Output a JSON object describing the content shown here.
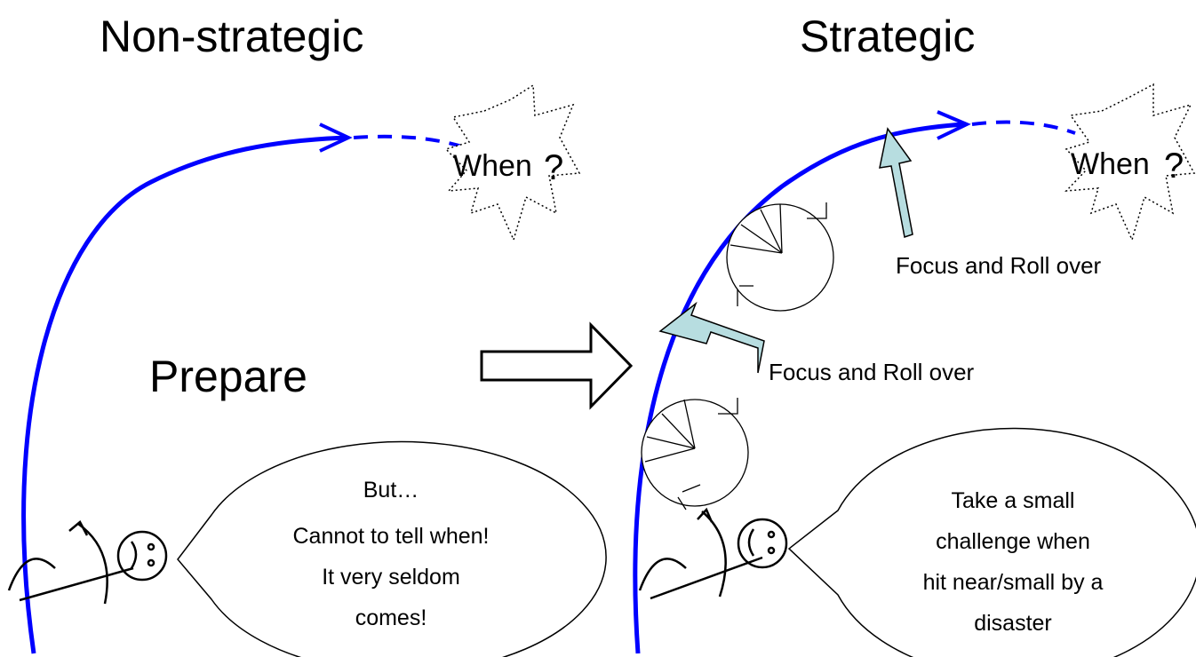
{
  "left": {
    "title": "Non-strategic",
    "prepare": "Prepare",
    "when": "When",
    "question_mark": "?",
    "bubble_lines": [
      "But…",
      "Cannot to tell when!",
      "It very seldom",
      "comes!"
    ]
  },
  "right": {
    "title": "Strategic",
    "when": "When",
    "question_mark": "?",
    "focus_upper": "Focus and Roll over",
    "focus_lower": "Focus and Roll over",
    "bubble_lines": [
      "Take a small",
      "challenge when",
      "hit near/small by a",
      "disaster"
    ]
  },
  "colors": {
    "curve": "#0000ff",
    "focus_arrow_fill": "#b7dde0",
    "line": "#000000"
  }
}
